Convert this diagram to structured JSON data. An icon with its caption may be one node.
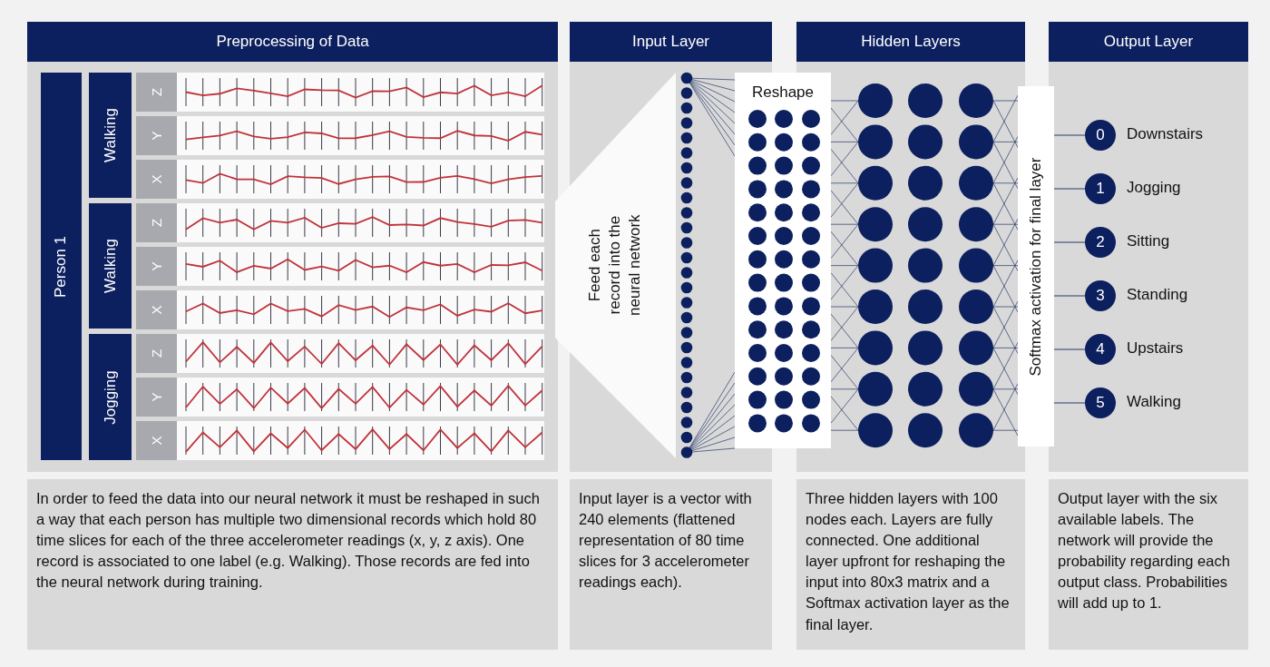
{
  "diagram": {
    "nodes": [
      {
        "text": [
          "Preprocessing of Data"
        ]
      },
      {
        "text": [
          "Input Layer"
        ]
      },
      {
        "text": [
          "Hidden Layers"
        ]
      },
      {
        "text": [
          "Output Layer"
        ]
      },
      {
        "text": [
          "Person 1"
        ]
      },
      {
        "text": [
          "Walking"
        ]
      },
      {
        "text": [
          "Walking"
        ]
      },
      {
        "text": [
          "Jogging"
        ]
      },
      {
        "text": [
          "Z"
        ]
      },
      {
        "text": [
          "Y"
        ]
      },
      {
        "text": [
          "X"
        ]
      },
      {
        "text": [
          "Z"
        ]
      },
      {
        "text": [
          "Y"
        ]
      },
      {
        "text": [
          "X"
        ]
      },
      {
        "text": [
          "Z"
        ]
      },
      {
        "text": [
          "Y"
        ]
      },
      {
        "text": [
          "X"
        ]
      },
      {
        "text": [
          "Feed each record into the neural network"
        ]
      },
      {
        "text": [
          "Reshape"
        ]
      },
      {
        "text": [
          "Softmax activation for final layer"
        ]
      },
      {
        "text": [
          "0"
        ],
        "beside": [
          "Downstairs"
        ]
      },
      {
        "text": [
          "1"
        ],
        "beside": [
          "Jogging"
        ]
      },
      {
        "text": [
          "2"
        ],
        "beside": [
          "Sitting"
        ]
      },
      {
        "text": [
          "3"
        ],
        "beside": [
          "Standing"
        ]
      },
      {
        "text": [
          "4"
        ],
        "beside": [
          "Upstairs"
        ]
      },
      {
        "text": [
          "5"
        ],
        "beside": [
          "Walking"
        ]
      },
      {
        "text": [
          "In order to feed the data into our neural network it must be reshaped in such a way that each person has multiple two dimensional records which hold 80 time slices for each of the three accelerometer readings (x, y, z axis). One record is associated to one label (e.g. Walking). Those records are fed into the neural network during training."
        ]
      },
      {
        "text": [
          "Input layer is a vector with 240 elements (flattened representation of 80 time slices for 3 accelerometer readings each)."
        ]
      },
      {
        "text": [
          "Three hidden layers with 100 nodes each. Layers are fully connected. One additional layer upfront for reshaping the input into 80x3 matrix and a Softmax activation layer as the final layer."
        ]
      },
      {
        "text": [
          "Output layer with the six available labels. The network will provide the probability regarding each output class. Probabilities will add up to 1."
        ]
      }
    ],
    "edges": [
      {
        "from": 19,
        "to": 20,
        "arrow": "none"
      },
      {
        "from": 19,
        "to": 21,
        "arrow": "none"
      },
      {
        "from": 19,
        "to": 22,
        "arrow": "none"
      },
      {
        "from": 19,
        "to": 23,
        "arrow": "none"
      },
      {
        "from": 19,
        "to": 24,
        "arrow": "none"
      },
      {
        "from": 19,
        "to": 25,
        "arrow": "none"
      }
    ]
  }
}
